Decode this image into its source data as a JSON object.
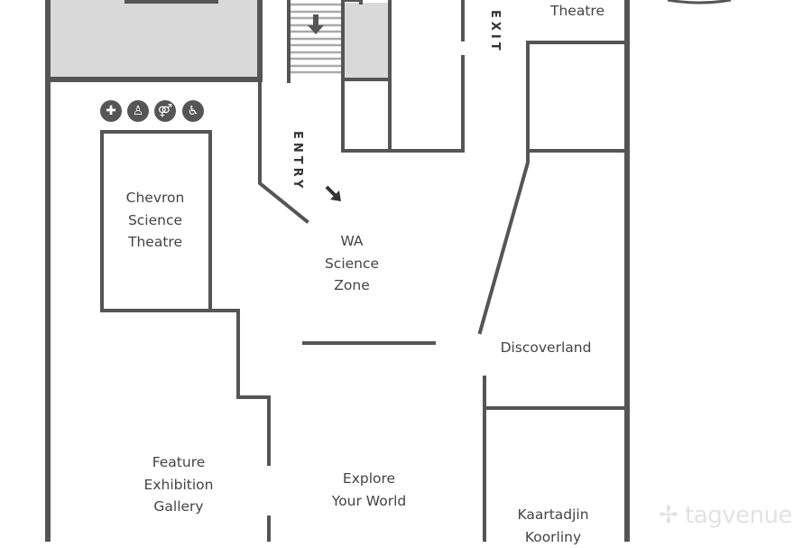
{
  "map": {
    "rooms": {
      "theatre_top": "Theatre",
      "chevron": [
        "Chevron",
        "Science",
        "Theatre"
      ],
      "wa_science_zone": [
        "WA",
        "Science",
        "Zone"
      ],
      "discoverland": "Discoverland",
      "feature_gallery": [
        "Feature",
        "Exhibition",
        "Gallery"
      ],
      "explore_world": [
        "Explore",
        "Your World"
      ],
      "kaartadjin": [
        "Kaartadjin",
        "Koorliny"
      ]
    },
    "signs": {
      "exit": "EXIT",
      "entry": "ENTRY"
    },
    "amenity_icons": [
      "first-aid-icon",
      "baby-change-icon",
      "toilets-icon",
      "accessible-icon"
    ],
    "amenity_glyphs": [
      "✚",
      "♙",
      "⚤",
      "♿"
    ]
  },
  "watermark": "tagvenue",
  "colors": {
    "wall": "#555555",
    "shaded": "#d9d9d9",
    "text": "#444444"
  }
}
